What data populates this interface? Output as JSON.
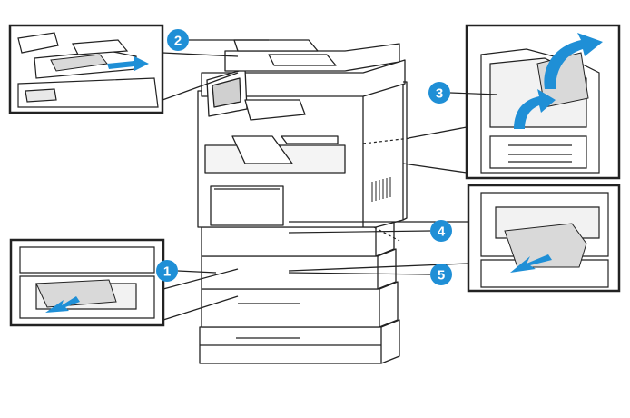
{
  "callouts": [
    {
      "label": "1",
      "target": "tray-1-jam"
    },
    {
      "label": "2",
      "target": "document-feeder-jam"
    },
    {
      "label": "3",
      "target": "fuser-area-jam"
    },
    {
      "label": "4",
      "target": "bypass-tray-jam"
    },
    {
      "label": "5",
      "target": "tray-2-jam"
    }
  ],
  "colors": {
    "callout_fill": "#1f8fd6",
    "arrow_fill": "#1f8fd6",
    "line": "#222222",
    "paper": "#d9d9d9"
  }
}
